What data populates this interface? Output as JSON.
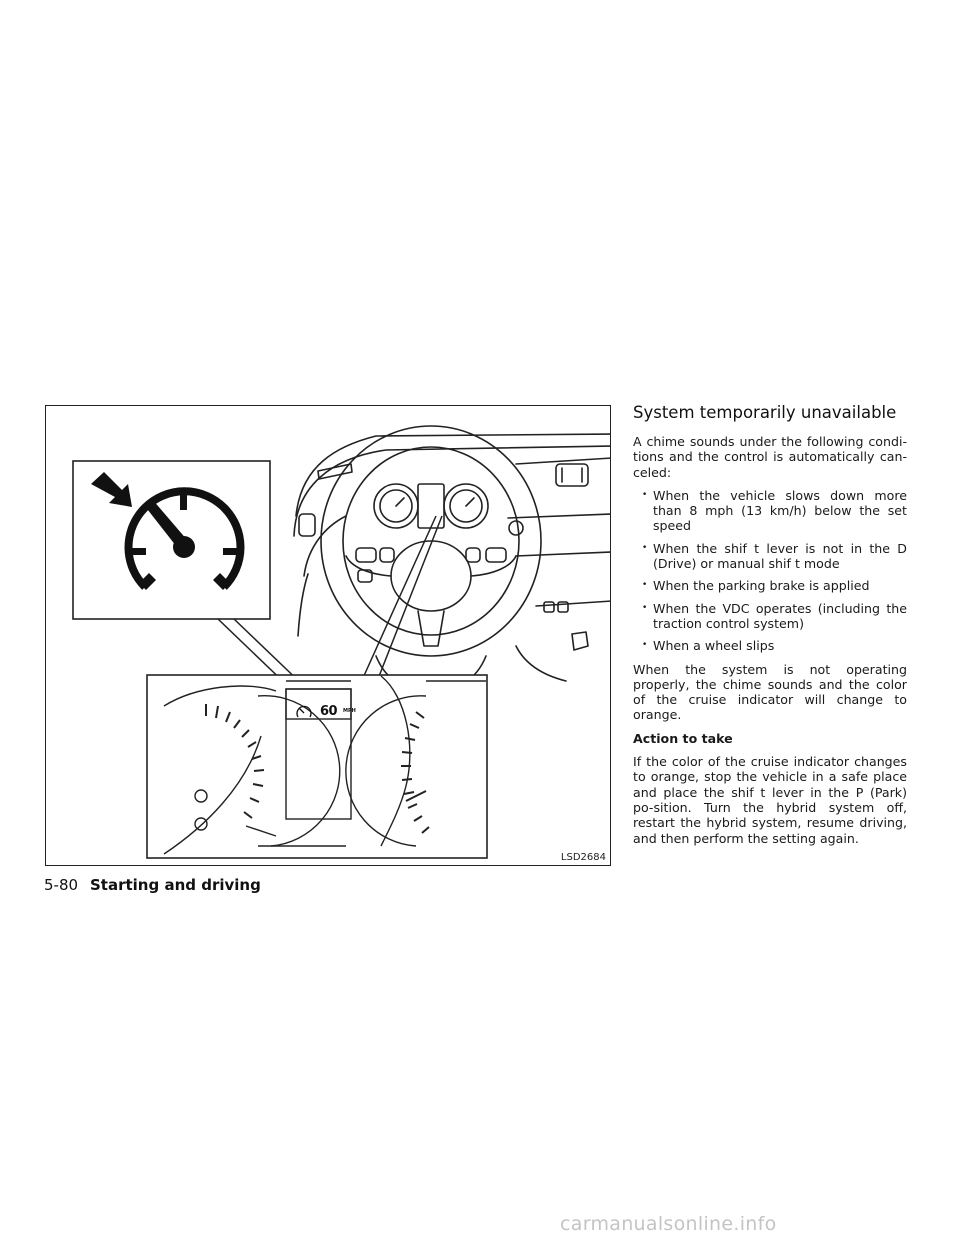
{
  "figure": {
    "code": "LSD2684",
    "display_speed": "60",
    "display_unit": "MPH"
  },
  "section": {
    "title": "System temporarily unavailable",
    "intro": "A chime sounds under the following condi-tions and the control is automatically can-celed:",
    "bullets": [
      "When the vehicle slows down more than 8 mph (13 km/h) below the set speed",
      "When the shif t lever is not in the D (Drive) or manual shif t mode",
      "When the parking brake is applied",
      "When the VDC operates (including the traction control system)",
      "When a wheel slips"
    ],
    "paragraph": "When the system is not operating properly, the chime sounds and the color of the cruise indicator will change to orange.",
    "subheading": "Action to take",
    "action_text": "If the color of the cruise indicator changes to orange, stop the vehicle in a safe place and place the shif t lever in the P (Park) po-sition. Turn the hybrid system off, restart the hybrid system, resume driving, and then perform the setting again."
  },
  "footer": {
    "page_number": "5-80",
    "chapter": "Starting and driving"
  },
  "watermark": "carmanualsonline.info"
}
